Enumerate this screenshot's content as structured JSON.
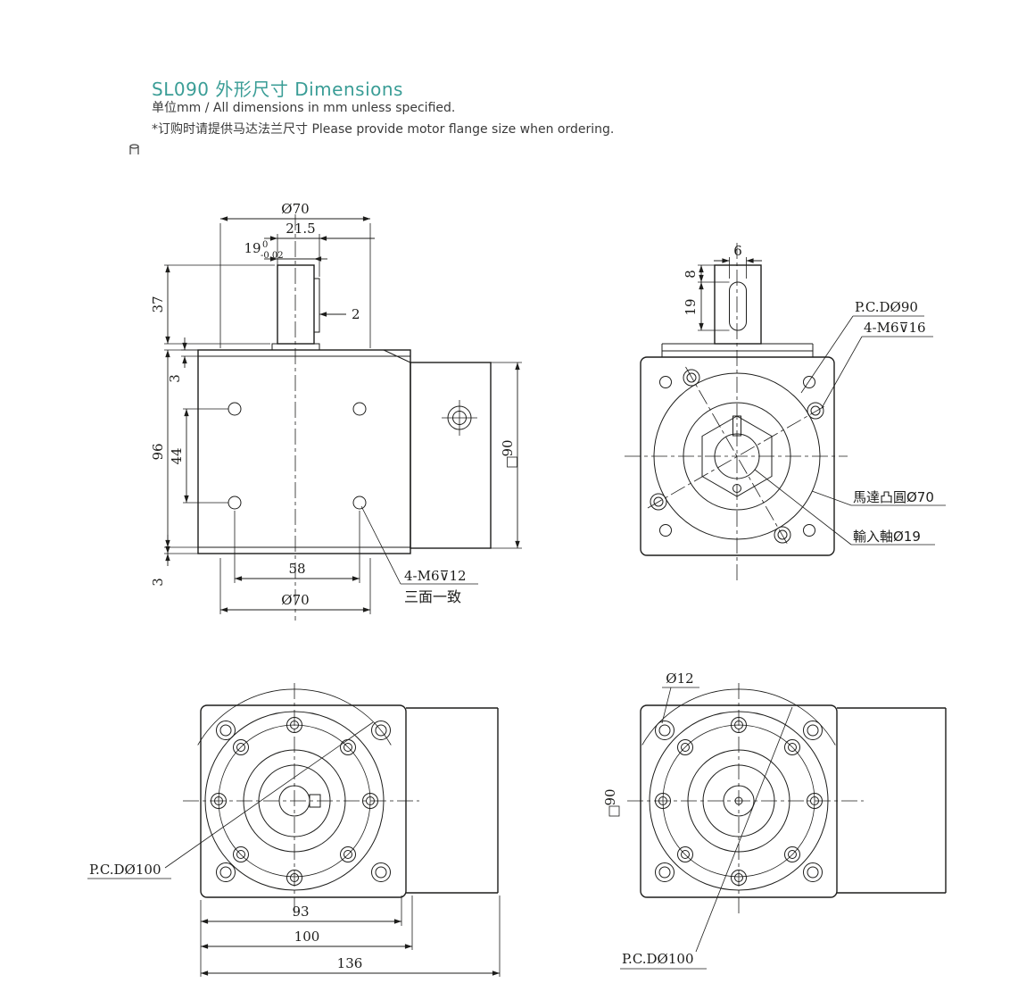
{
  "header": {
    "title": "SL090 外形尺寸  Dimensions",
    "subtitle": "单位mm / All dimensions in mm unless specified.",
    "note": "*订购时请提供马达法兰尺寸 Please provide motor flange size when ordering."
  },
  "colors": {
    "accent": "#3a9d96",
    "ink": "#1d1d1b"
  },
  "side_view": {
    "dia70_top": "Ø70",
    "len215": "21.5",
    "shaft_dia": "19",
    "tol_upper": "0",
    "tol_lower": "-0.02",
    "h37": "37",
    "t3_top": "3",
    "h96": "96",
    "h44": "44",
    "key2": "2",
    "sq90": "90",
    "w58": "58",
    "dia70_bottom": "Ø70",
    "t3_bottom": "3",
    "tap_note": "4-M6⊽12",
    "faces_note": "三面一致"
  },
  "input_view": {
    "slot_w": "6",
    "slot_top": "8",
    "slot_len": "19",
    "pcd": "P.C.DØ90",
    "tap": "4-M6⊽16",
    "motor_boss": "馬達凸圓Ø70",
    "input_shaft": "輸入軸Ø19"
  },
  "output_view": {
    "pcd": "P.C.DØ100",
    "w93": "93",
    "w100": "100",
    "w136": "136"
  },
  "output_view2": {
    "dia12": "Ø12",
    "sq90": "90",
    "pcd": "P.C.DØ100"
  }
}
